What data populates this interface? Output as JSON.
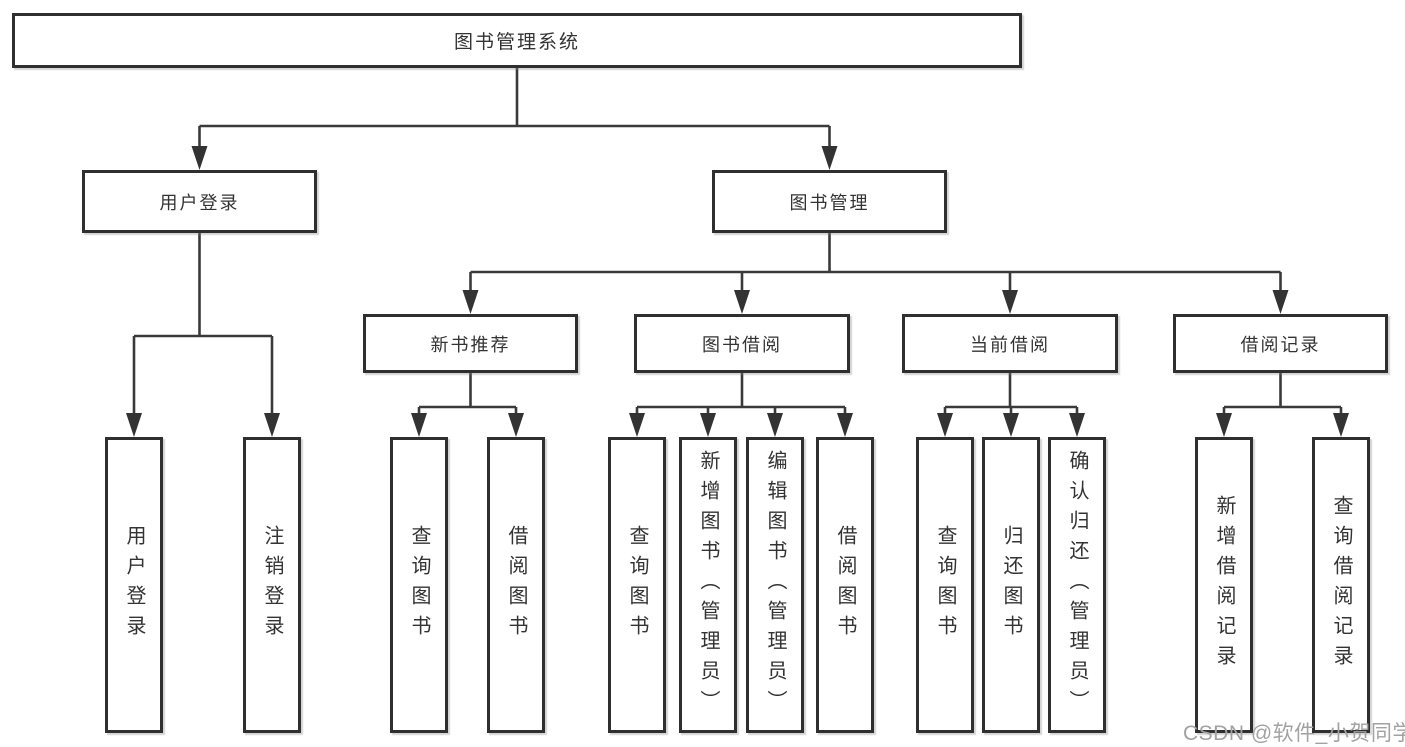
{
  "diagram": {
    "root": {
      "label": "图书管理系统"
    },
    "level2": [
      {
        "label": "用户登录"
      },
      {
        "label": "图书管理"
      }
    ],
    "level3": [
      {
        "label": "新书推荐"
      },
      {
        "label": "图书借阅"
      },
      {
        "label": "当前借阅"
      },
      {
        "label": "借阅记录"
      }
    ],
    "leaves": {
      "user_login": [
        "用户登录",
        "注销登录"
      ],
      "new_book_rec": [
        "查询图书",
        "借阅图书"
      ],
      "book_borrow": [
        "查询图书",
        "新增图书（管理员）",
        "编辑图书（管理员）",
        "借阅图书"
      ],
      "current_borrow": [
        "查询图书",
        "归还图书",
        "确认归还（管理员）"
      ],
      "borrow_records": [
        "新增借阅记录",
        "查询借阅记录"
      ]
    }
  },
  "watermark": {
    "text": "CSDN @软件_小贺同学"
  },
  "colors": {
    "line": "#3a3a3a",
    "arrow": "#333333",
    "border": "#2f2f2f",
    "text": "#333333",
    "watermark": "#a2a2a2",
    "background": "#ffffff"
  }
}
